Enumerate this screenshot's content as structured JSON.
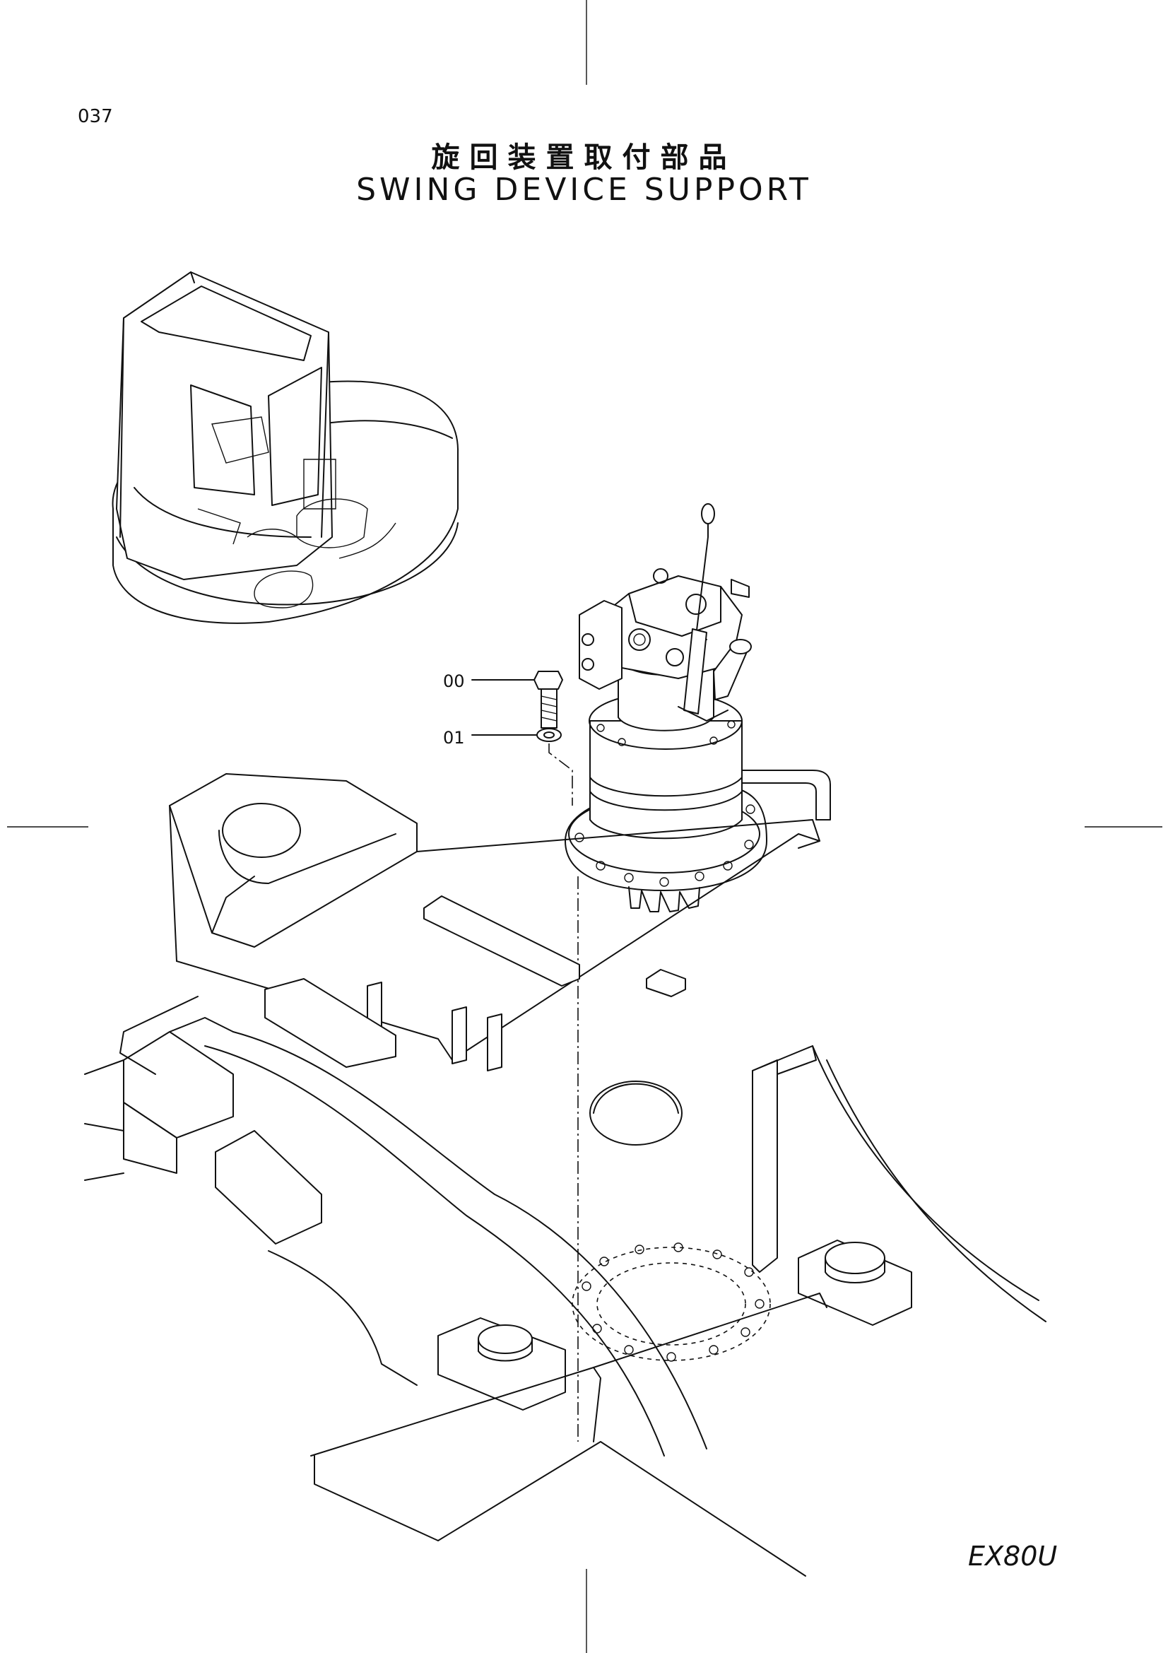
{
  "page_number": "037",
  "title_jp": "旋回装置取付部品",
  "title_en": "SWING DEVICE SUPPORT",
  "model": "EX80U",
  "callouts": [
    {
      "label": "00"
    },
    {
      "label": "01"
    }
  ]
}
